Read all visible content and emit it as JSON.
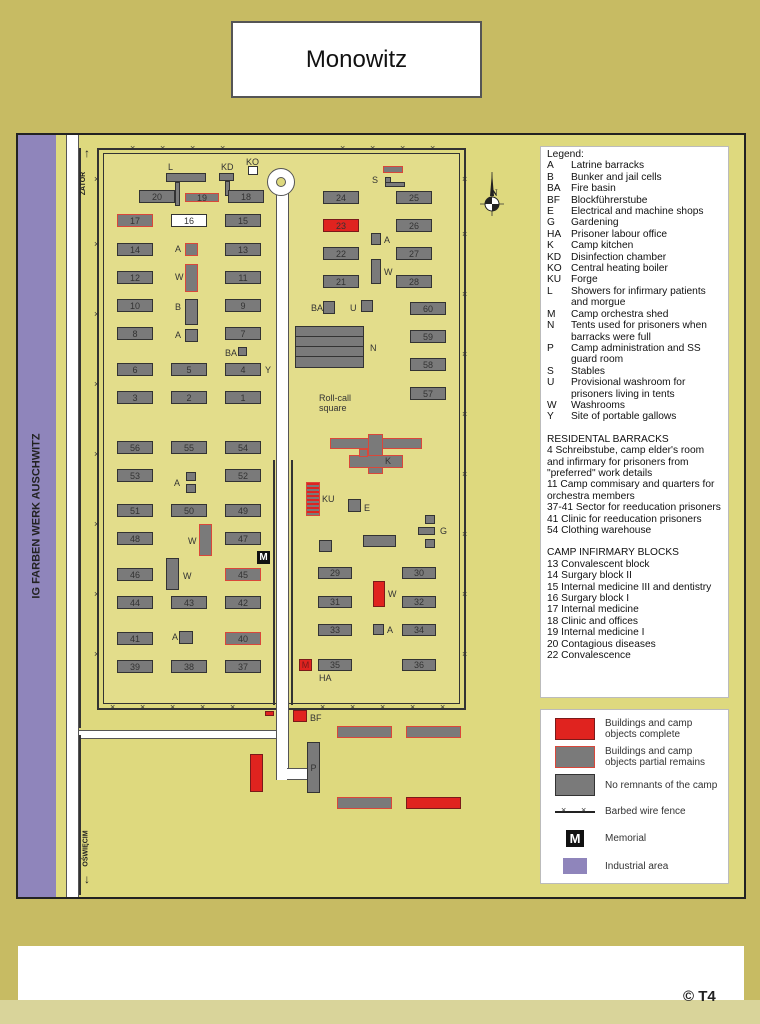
{
  "title": "Monowitz",
  "industrial_area_label": "IG FARBEN WERK AUSCHWITZ",
  "directions": {
    "north_road": "ZATOR",
    "south_road": "OŚWIĘCIM",
    "compass": "N"
  },
  "map": {
    "roll_call": "Roll-call square",
    "buildings": [
      {
        "id": "20",
        "status": "none"
      },
      {
        "id": "19",
        "status": "partial"
      },
      {
        "id": "18",
        "status": "none"
      },
      {
        "id": "17",
        "status": "partial"
      },
      {
        "id": "16",
        "status": "outline"
      },
      {
        "id": "15",
        "status": "none"
      },
      {
        "id": "14",
        "status": "none"
      },
      {
        "id": "13",
        "status": "none"
      },
      {
        "id": "12",
        "status": "none"
      },
      {
        "id": "11",
        "status": "none"
      },
      {
        "id": "10",
        "status": "none"
      },
      {
        "id": "9",
        "status": "none"
      },
      {
        "id": "8",
        "status": "none"
      },
      {
        "id": "7",
        "status": "none"
      },
      {
        "id": "6",
        "status": "none"
      },
      {
        "id": "5",
        "status": "none"
      },
      {
        "id": "4",
        "status": "none"
      },
      {
        "id": "3",
        "status": "none"
      },
      {
        "id": "2",
        "status": "none"
      },
      {
        "id": "1",
        "status": "none"
      },
      {
        "id": "56",
        "status": "none"
      },
      {
        "id": "55",
        "status": "none"
      },
      {
        "id": "54",
        "status": "none"
      },
      {
        "id": "53",
        "status": "none"
      },
      {
        "id": "52",
        "status": "none"
      },
      {
        "id": "51",
        "status": "none"
      },
      {
        "id": "50",
        "status": "none"
      },
      {
        "id": "49",
        "status": "none"
      },
      {
        "id": "48",
        "status": "none"
      },
      {
        "id": "47",
        "status": "none"
      },
      {
        "id": "46",
        "status": "none"
      },
      {
        "id": "45",
        "status": "partial"
      },
      {
        "id": "44",
        "status": "none"
      },
      {
        "id": "43",
        "status": "none"
      },
      {
        "id": "42",
        "status": "none"
      },
      {
        "id": "41",
        "status": "none"
      },
      {
        "id": "40",
        "status": "partial"
      },
      {
        "id": "39",
        "status": "none"
      },
      {
        "id": "38",
        "status": "none"
      },
      {
        "id": "37",
        "status": "none"
      },
      {
        "id": "24",
        "status": "none"
      },
      {
        "id": "25",
        "status": "none"
      },
      {
        "id": "23",
        "status": "complete"
      },
      {
        "id": "26",
        "status": "none"
      },
      {
        "id": "22",
        "status": "none"
      },
      {
        "id": "27",
        "status": "none"
      },
      {
        "id": "21",
        "status": "none"
      },
      {
        "id": "28",
        "status": "none"
      },
      {
        "id": "60",
        "status": "none"
      },
      {
        "id": "59",
        "status": "none"
      },
      {
        "id": "58",
        "status": "none"
      },
      {
        "id": "57",
        "status": "none"
      },
      {
        "id": "29",
        "status": "none"
      },
      {
        "id": "30",
        "status": "none"
      },
      {
        "id": "31",
        "status": "none"
      },
      {
        "id": "32",
        "status": "none"
      },
      {
        "id": "33",
        "status": "none"
      },
      {
        "id": "34",
        "status": "none"
      },
      {
        "id": "35",
        "status": "none"
      },
      {
        "id": "36",
        "status": "none"
      }
    ],
    "letters": {
      "L": "L",
      "KD": "KD",
      "KO": "KO",
      "A": "A",
      "W": "W",
      "B": "B",
      "BA": "BA",
      "Y": "Y",
      "S": "S",
      "U": "U",
      "N": "N",
      "K": "K",
      "KU": "KU",
      "E": "E",
      "G": "G",
      "M": "M",
      "HA": "HA",
      "BF": "BF",
      "P": "P"
    }
  },
  "legend": {
    "heading": "Legend:",
    "items": [
      {
        "k": "A",
        "v": "Latrine barracks"
      },
      {
        "k": "B",
        "v": "Bunker and jail cells"
      },
      {
        "k": "BA",
        "v": "Fire basin"
      },
      {
        "k": "BF",
        "v": "Blockführerstube"
      },
      {
        "k": "E",
        "v": "Electrical and machine shops"
      },
      {
        "k": "G",
        "v": "Gardening"
      },
      {
        "k": "HA",
        "v": "Prisoner labour office"
      },
      {
        "k": "K",
        "v": "Camp kitchen"
      },
      {
        "k": "KD",
        "v": "Disinfection chamber"
      },
      {
        "k": "KO",
        "v": "Central heating boiler"
      },
      {
        "k": "KU",
        "v": "Forge"
      },
      {
        "k": "L",
        "v": "Showers for infirmary patients and morgue"
      },
      {
        "k": "M",
        "v": "Camp orchestra shed"
      },
      {
        "k": "N",
        "v": "Tents used for prisoners when barracks were full"
      },
      {
        "k": "P",
        "v": "Camp administration and SS guard room"
      },
      {
        "k": "S",
        "v": "Stables"
      },
      {
        "k": "U",
        "v": "Provisional washroom for prisoners living in tents"
      },
      {
        "k": "W",
        "v": "Washrooms"
      },
      {
        "k": "Y",
        "v": "Site of portable gallows"
      }
    ],
    "residential_heading": "RESIDENTAL BARRACKS",
    "residential": [
      "4  Schreibstube, camp elder's room and infirmary for prisoners from \"preferred\" work details",
      "11 Camp commisary and quarters for orchestra members",
      "37-41  Sector for reeducation prisoners",
      "41 Clinic for reeducation prisoners",
      "54 Clothing warehouse"
    ],
    "infirmary_heading": "CAMP INFIRMARY BLOCKS",
    "infirmary": [
      "13  Convalescent block",
      "14  Surgary block II",
      "15  Internal medicine III and dentistry",
      "16  Surgary block I",
      "17  Internal medicine",
      "18  Clinic and offices",
      "19  Internal medicine I",
      "20  Contagious diseases",
      "22  Convalescence"
    ]
  },
  "key": {
    "complete": "Buildings and camp objects complete",
    "partial": "Buildings and camp objects partial remains",
    "none": "No remnants of the camp",
    "fence": "Barbed wire fence",
    "memorial": "Memorial",
    "memorial_symbol": "M",
    "industrial": "Industrial area"
  },
  "colors": {
    "complete": "#e0231f",
    "none": "#7a7a7a",
    "partial_border": "#d9473a",
    "industrial": "#8f85bb",
    "ground": "#ded97e",
    "outer": "#c7bb63"
  },
  "copyright": "© T4"
}
